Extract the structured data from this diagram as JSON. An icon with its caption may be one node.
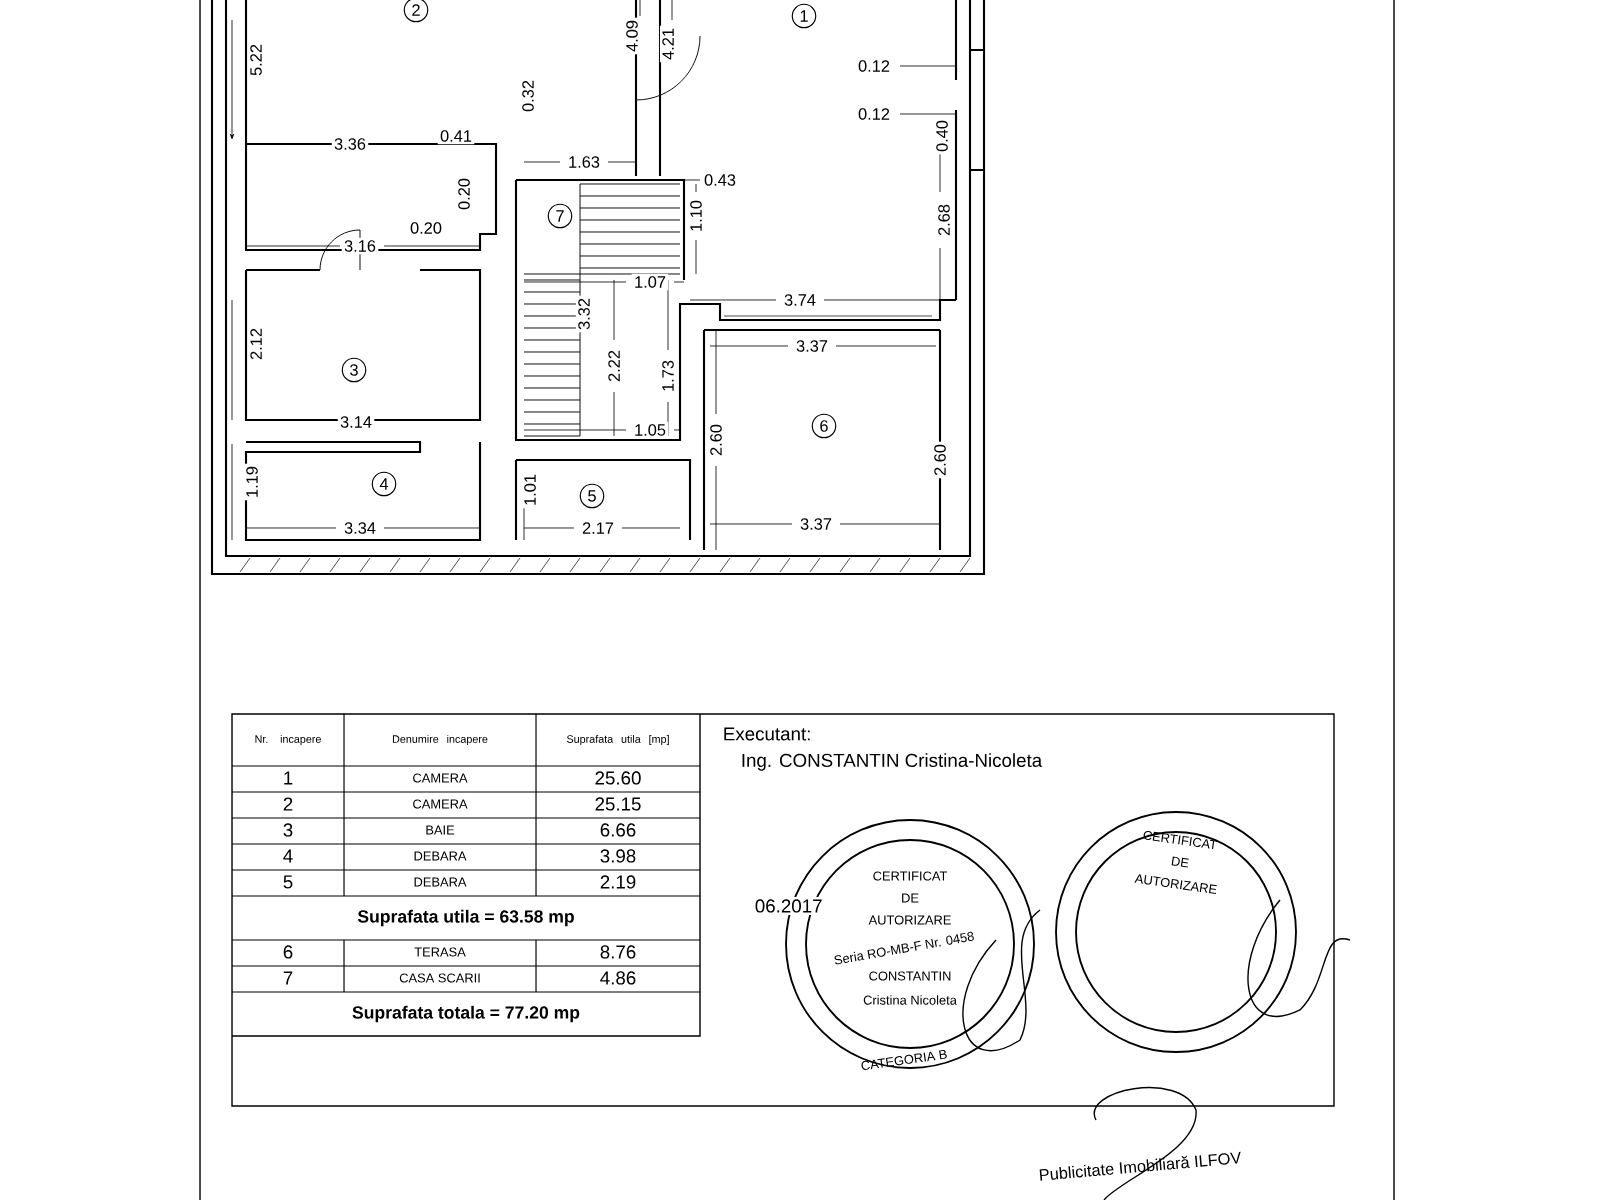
{
  "diagram": {
    "labels": [
      "2",
      "1",
      "5.22",
      "4.09",
      "4.21",
      "0.12",
      "0.12",
      "0.32",
      "0.40",
      "3.36",
      "0.41",
      "1.63",
      "0.43",
      "0.20",
      "7",
      "1.10",
      "2.68",
      "0.20",
      "3.16",
      "1.07",
      "3.74",
      "3.32",
      "2.12",
      "2.22",
      "3.37",
      "1.73",
      "3",
      "3.14",
      "1.05",
      "6",
      "2.60",
      "2.60",
      "4",
      "1.01",
      "5",
      "1.19",
      "3.34",
      "2.17",
      "3.37",
      "Nr. incapere",
      "Denumire incapere",
      "Suprafata utila [mp]",
      "1",
      "CAMERA",
      "25.60",
      "2",
      "CAMERA",
      "25.15",
      "3",
      "BAIE",
      "6.66",
      "4",
      "DEBARA",
      "3.98",
      "5",
      "DEBARA",
      "2.19",
      "Suprafata utila = 63.58 mp",
      "6",
      "TERASA",
      "8.76",
      "7",
      "CASA SCARII",
      "4.86",
      "Suprafata totala = 77.20 mp",
      "Executant:",
      "Ing. CONSTANTIN Cristina-Nicoleta",
      "06.2017",
      "CERTIFICAT",
      "DE",
      "AUTORIZARE",
      "Seria RO-MB-F Nr. 0458",
      "CONSTANTIN",
      "Cristina Nicoleta",
      "CATEGORIA B",
      "CERTIFICAT",
      "DE",
      "AUTORIZARE",
      "Publicitate Imobiliară ILFOV"
    ]
  }
}
